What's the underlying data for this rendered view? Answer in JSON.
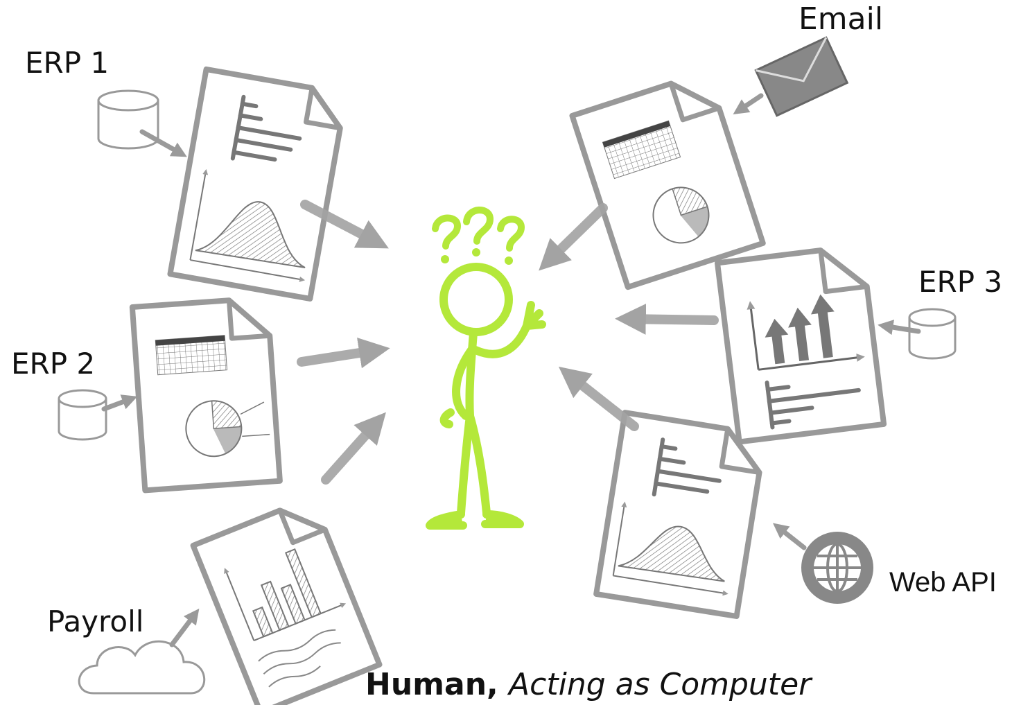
{
  "labels": {
    "erp1": "ERP 1",
    "erp2": "ERP 2",
    "erp3": "ERP 3",
    "email": "Email",
    "payroll": "Payroll",
    "web_api": "Web API"
  },
  "caption": {
    "prefix": "Human, ",
    "emphasis": "Acting as Computer"
  },
  "colors": {
    "figure": "#b4e83a",
    "sketch": "#8c8c8c",
    "arrow": "#a0a0a0"
  },
  "icons": [
    "database-icon",
    "envelope-icon",
    "cloud-icon",
    "globe-icon",
    "document-icon",
    "stick-figure-icon"
  ]
}
